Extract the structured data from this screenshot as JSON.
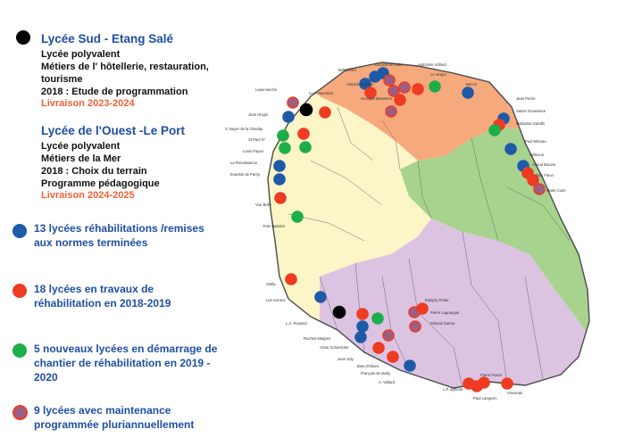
{
  "project_sud": {
    "title": "Lycée Sud - Etang Salé",
    "line1": "Lycée polyvalent",
    "line2": "Métiers de l' hôtellerie, restauration,",
    "line3": "tourisme",
    "line4": "2018 : Etude de programmation",
    "delivery": "Livraison 2023-2024"
  },
  "project_ouest": {
    "title": "Lycée de l'Ouest -Le Port",
    "line1": "Lycée polyvalent",
    "line2": "Métiers de la Mer",
    "line3": "2018 : Choix du terrain",
    "line4": "Programme pédagogique",
    "delivery": "Livraison 2024-2025"
  },
  "legend": {
    "blue": {
      "line1": "13 lycées réhabilitations /remises",
      "line2": "aux normes terminées"
    },
    "red": {
      "line1": "18 lycées en travaux de",
      "line2": "réhabilitation en 2018-2019"
    },
    "green": {
      "line1": "5 nouveaux lycées en démarrage de",
      "line2": "chantier de réhabilitation en 2019 -",
      "line3": "2020"
    },
    "purple": {
      "line1": "9 lycées avec maintenance",
      "line2": "programmée pluriannuellement"
    }
  },
  "colors": {
    "black": "#000000",
    "blue": "#1f5aa8",
    "red": "#ef3b22",
    "green": "#1dae4a",
    "purple": "#9a5f86",
    "zone_north": "#f6a97c",
    "zone_east": "#a8d38e",
    "zone_west": "#fbf5c8",
    "zone_south": "#dcc3e2"
  },
  "map_labels": {
    "l01": "Lepervanche",
    "l02": "Le Possession",
    "l03": "Jean Hinglo",
    "l04": "S. Boyer de la Giroday",
    "l05": "St Paul IV",
    "l06": "Louis Payen",
    "l07": "La Renaissance",
    "l08": "Evariste de Parny",
    "l09": "Vue Belle",
    "l10": "Trois Bassins",
    "l11": "Stella",
    "l12": "Les Avirons",
    "l13": "L.A. Roussel",
    "l14": "Roches Maigres",
    "l15": "Victor Schoelcher",
    "l16": "Jean Joly",
    "l17": "Bois d'Olives",
    "l18": "François de Mahy",
    "l19": "A. Vollard",
    "l20": "Bellepierre",
    "l21": "Leconte de Lisle",
    "l22": "Ambroise Vollard",
    "l23": "Le Verger",
    "l24": "Bel Air",
    "l25": "Jean Perrin",
    "l26": "Sainte Geneviève",
    "l27": "Mahatma Gandhi",
    "l28": "Paul Moreau",
    "l29": "Bois Fleuri",
    "l30": "Marie Curie",
    "l31": "Bellevue",
    "l32": "Amiral Bouvet",
    "l33": "Georges Brassens",
    "l34": "Boisjoly Potier",
    "l35": "Pierre Lagourgue",
    "l36": "Roland Garros",
    "l37": "Pierre Poivre",
    "l38": "Vincendo",
    "l39": "Paul Langevin",
    "l40": "L.P. agricole",
    "l41": "Antoine Roussin"
  }
}
